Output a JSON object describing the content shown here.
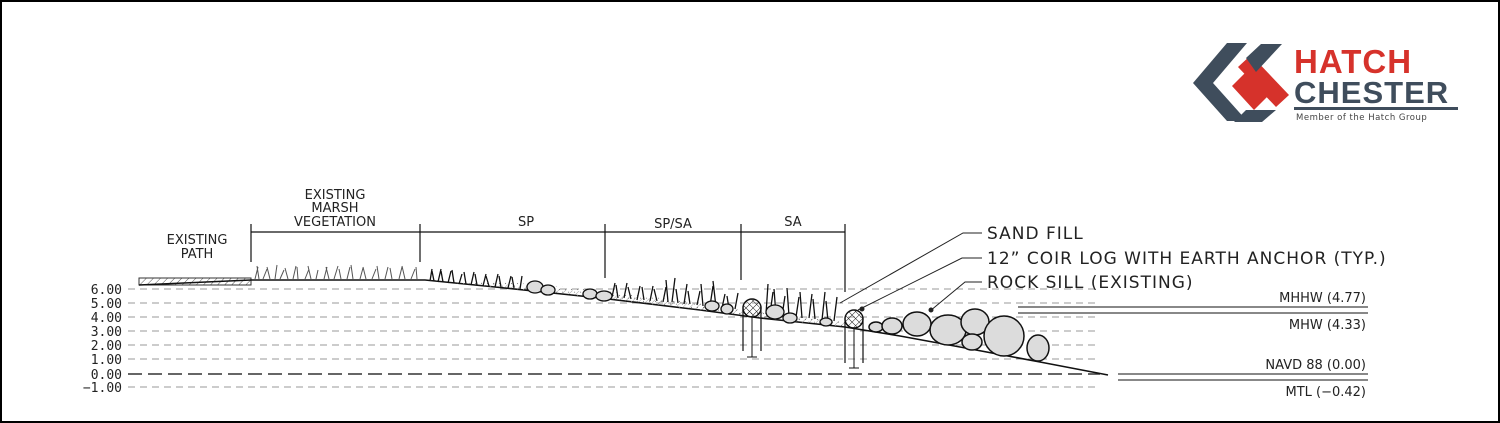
{
  "logo": {
    "line1": "HATCH",
    "line2": "CHESTER",
    "tagline": "Member of the Hatch Group",
    "colors": {
      "red": "#d6322b",
      "slate": "#3f4d5c"
    }
  },
  "elevation_axis": {
    "ticks": [
      "6.00",
      "5.00",
      "4.00",
      "3.00",
      "2.00",
      "1.00",
      "0.00",
      "−1.00"
    ]
  },
  "zones": {
    "existing_path": [
      "EXISTING",
      "PATH"
    ],
    "existing_marsh": [
      "EXISTING",
      "MARSH",
      "VEGETATION"
    ],
    "sp": "SP",
    "sp_sa": "SP/SA",
    "sa": "SA"
  },
  "callouts": {
    "sand_fill": "SAND FILL",
    "coir_log": "12” COIR LOG WITH EARTH ANCHOR (TYP.)",
    "rock_sill": "ROCK SILL (EXISTING)"
  },
  "tide_levels": {
    "mhhw": "MHHW (4.77)",
    "mhw": "MHW (4.33)",
    "navd88": "NAVD 88 (0.00)",
    "mtl": "MTL (−0.42)"
  }
}
